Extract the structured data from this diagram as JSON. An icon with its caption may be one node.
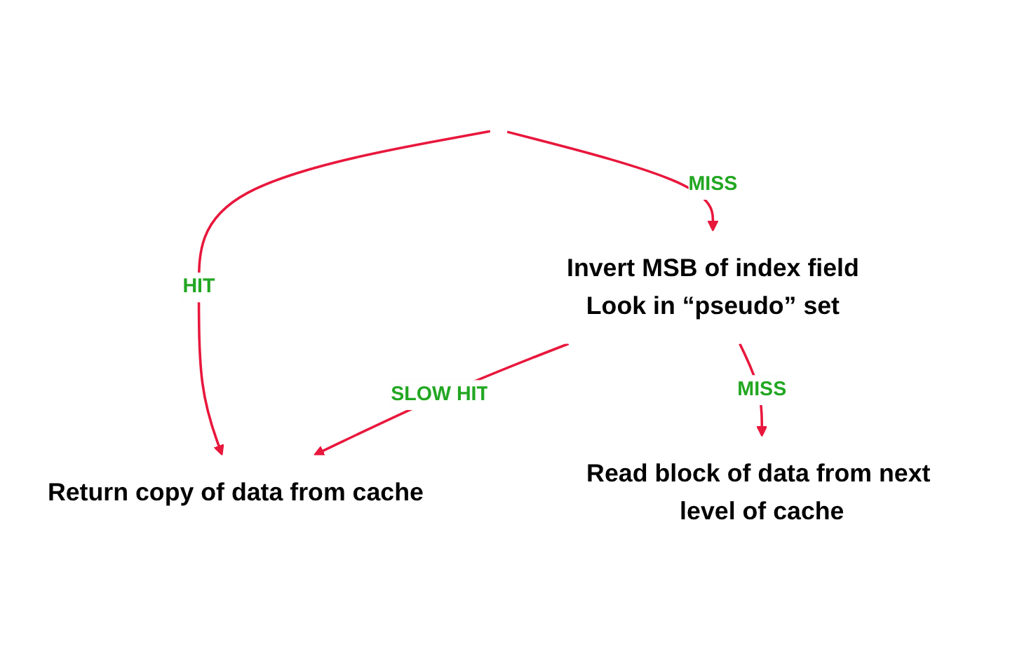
{
  "diagram": {
    "nodes": [
      {
        "text": [
          "Return copy of data from cache"
        ]
      },
      {
        "text": [
          "Invert MSB of index field",
          "Look in “pseudo” set"
        ]
      },
      {
        "text": [
          "Read block of data from next level of cache"
        ]
      }
    ],
    "edges": [
      {
        "from": null,
        "to": 0,
        "arrow": "to",
        "label": "HIT"
      },
      {
        "from": null,
        "to": 1,
        "arrow": "to",
        "label": "MISS"
      },
      {
        "from": 1,
        "to": 0,
        "arrow": "to",
        "label": "SLOW HIT"
      },
      {
        "from": 1,
        "to": 2,
        "arrow": "to",
        "label": "MISS"
      }
    ]
  }
}
